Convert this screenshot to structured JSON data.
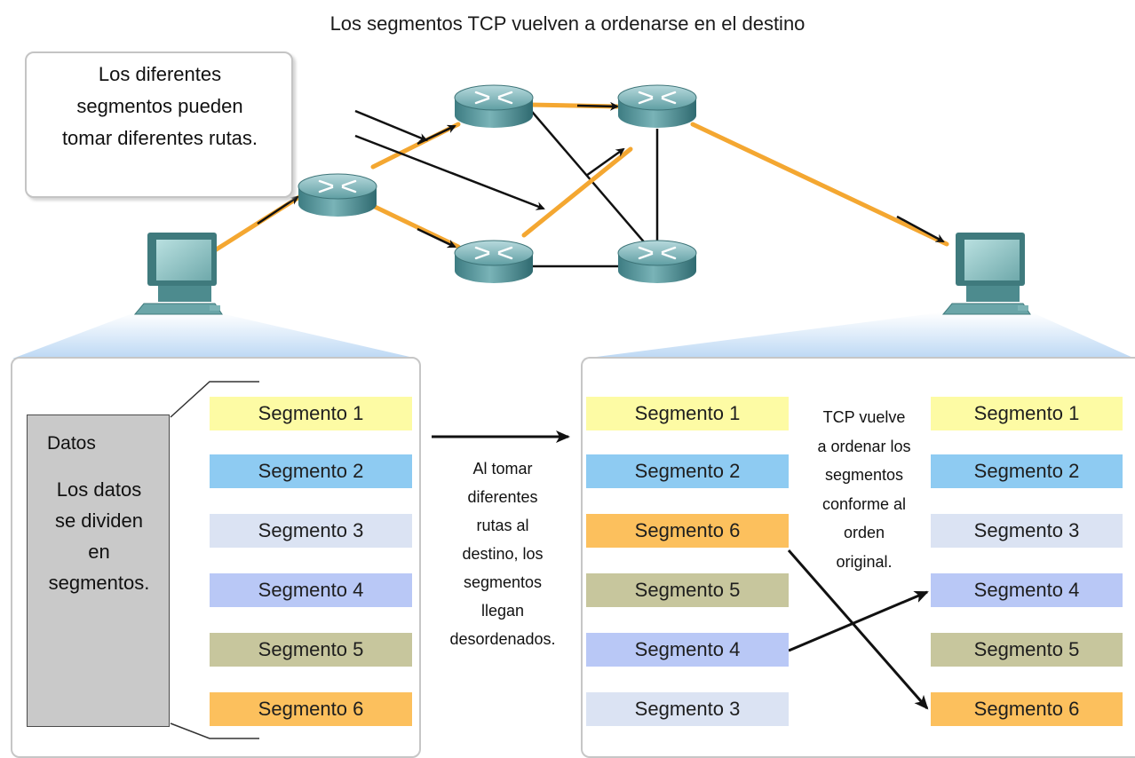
{
  "title": "Los segmentos TCP vuelven a ordenarse en el destino",
  "callout": {
    "lines": [
      "Los diferentes",
      "segmentos pueden",
      "tomar diferentes rutas."
    ]
  },
  "source": {
    "datos_label": "Datos",
    "datos_lines": [
      "Los datos",
      "se dividen",
      "en",
      "segmentos."
    ],
    "segments": [
      "Segmento 1",
      "Segmento 2",
      "Segmento 3",
      "Segmento 4",
      "Segmento 5",
      "Segmento 6"
    ]
  },
  "middle": {
    "lines": [
      "Al tomar",
      "diferentes",
      "rutas al",
      "destino, los",
      "segmentos",
      "llegan",
      "desordenados."
    ]
  },
  "arrived": {
    "segments": [
      "Segmento 1",
      "Segmento 2",
      "Segmento 6",
      "Segmento 5",
      "Segmento 4",
      "Segmento 3"
    ]
  },
  "tcp": {
    "lines": [
      "TCP vuelve",
      "a ordenar los",
      "segmentos",
      "conforme al",
      "orden",
      "original."
    ]
  },
  "reordered": {
    "segments": [
      "Segmento 1",
      "Segmento 2",
      "Segmento 3",
      "Segmento 4",
      "Segmento 5",
      "Segmento 6"
    ]
  },
  "colors": {
    "segmento_1": "#fdfba4",
    "segmento_2": "#8ecbf2",
    "segmento_3": "#dbe3f3",
    "segmento_4": "#b9c8f6",
    "segmento_5": "#c7c69d",
    "segmento_6": "#fcc05d",
    "route_highlight": "#f4a731",
    "router": "#4a8f94",
    "computer": "#5e9ea0"
  },
  "icons": [
    "router-icon",
    "computer-icon",
    "arrow-icon"
  ]
}
